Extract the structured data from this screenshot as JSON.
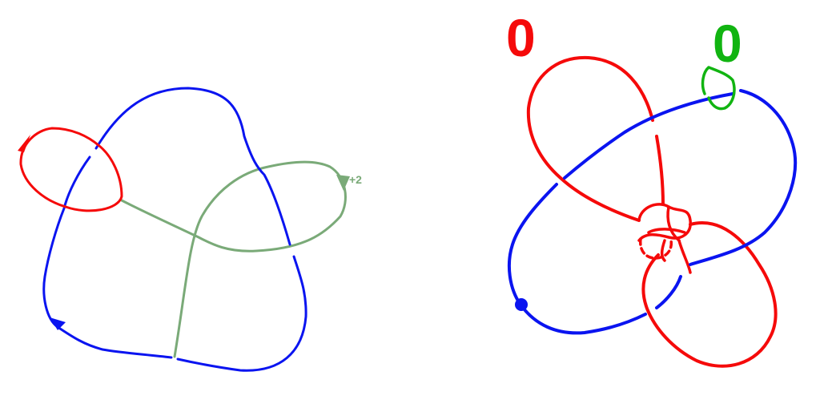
{
  "colors": {
    "blue": "#0a14f0",
    "red": "#f50a0a",
    "sage": "#7aaa78",
    "green": "#11b411",
    "background": "#ffffff"
  },
  "left_diagram": {
    "framing_label": "+2"
  },
  "right_diagram": {
    "red_framing": "0",
    "green_framing": "0"
  }
}
